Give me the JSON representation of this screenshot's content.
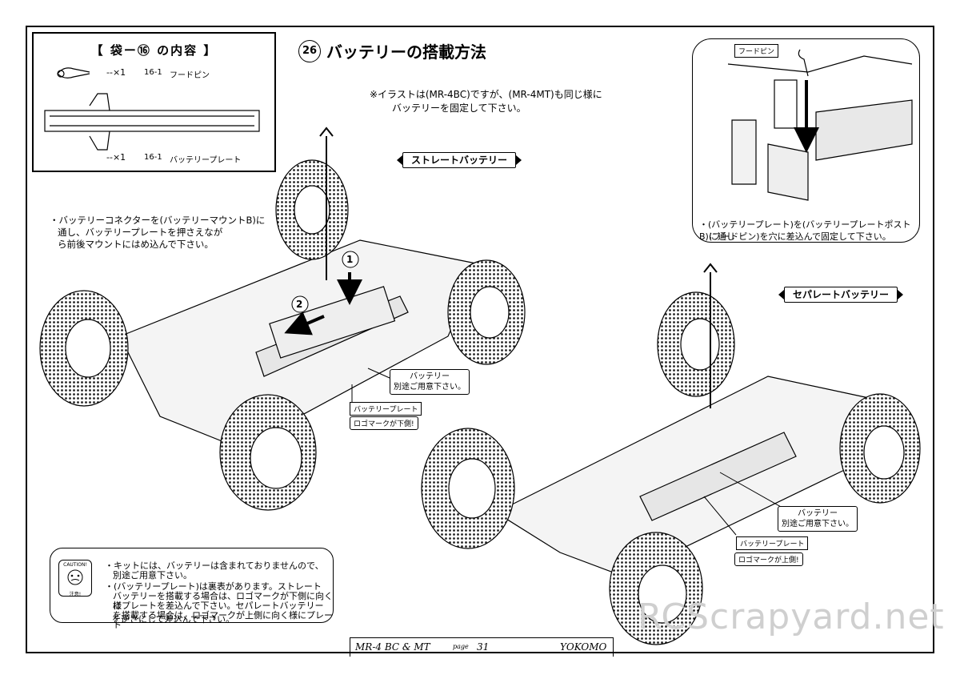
{
  "parts_box": {
    "title": "【 袋ー⑯ の内容 】",
    "items": [
      {
        "qty": "--×1",
        "code": "16-1",
        "name": "フードピン"
      },
      {
        "qty": "--×1",
        "code": "16-1",
        "name": "バッテリープレート"
      }
    ]
  },
  "step": {
    "number": "26",
    "title": "バッテリーの搭載方法"
  },
  "note": {
    "line1": "※イラストは(MR-4BC)ですが、(MR-4MT)も同じ様に",
    "line2": "バッテリーを固定して下さい。"
  },
  "left_instruction": {
    "lines": [
      "・バッテリーコネクターを(バッテリーマウントB)に",
      "通し、バッテリープレートを押さえなが",
      "ら前後マウントにはめ込んで下さい。"
    ]
  },
  "straight_battery": {
    "tag": "ストレートバッテリー",
    "arrow1": "1",
    "arrow2": "2",
    "battery_callout_1": "バッテリー",
    "battery_callout_2": "別途ご用意下さい。",
    "plate_label": "バッテリープレート",
    "logo_label": "ロゴマークが下側!"
  },
  "separate_battery": {
    "tag": "セパレートバッテリー",
    "battery_callout_1": "バッテリー",
    "battery_callout_2": "別途ご用意下さい。",
    "plate_label": "バッテリープレート",
    "logo_label": "ロゴマークが上側!"
  },
  "inset": {
    "pin_label": "フードピン",
    "line1": "・(バッテリープレート)を(バッテリープレートポストB)に通し",
    "line2": "(フードピン)を穴に差込んで固定して下さい。"
  },
  "caution": {
    "icon_top": "CAUTION!",
    "icon_bottom": "注意!",
    "line1": "・キットには、バッテリーは含まれておりませんので、",
    "line2": "別途ご用意下さい。",
    "line3": "・(バッテリープレート)は裏表があります。ストレート",
    "line4": "バッテリーを搭載する場合は、ロゴマークが下側に向く様",
    "line5": "にプレートを差込んで下さい。セパレートバッテリー",
    "line6": "を搭載する場合は、ロゴマークが上側に向く様にプレート",
    "line7": "を逆さにして差込んで下さい。"
  },
  "footer": {
    "model": "MR-4 BC & MT",
    "page_label": "page",
    "page_num": "31",
    "brand": "YOKOMO"
  },
  "watermark": "RCScrapyard.net"
}
